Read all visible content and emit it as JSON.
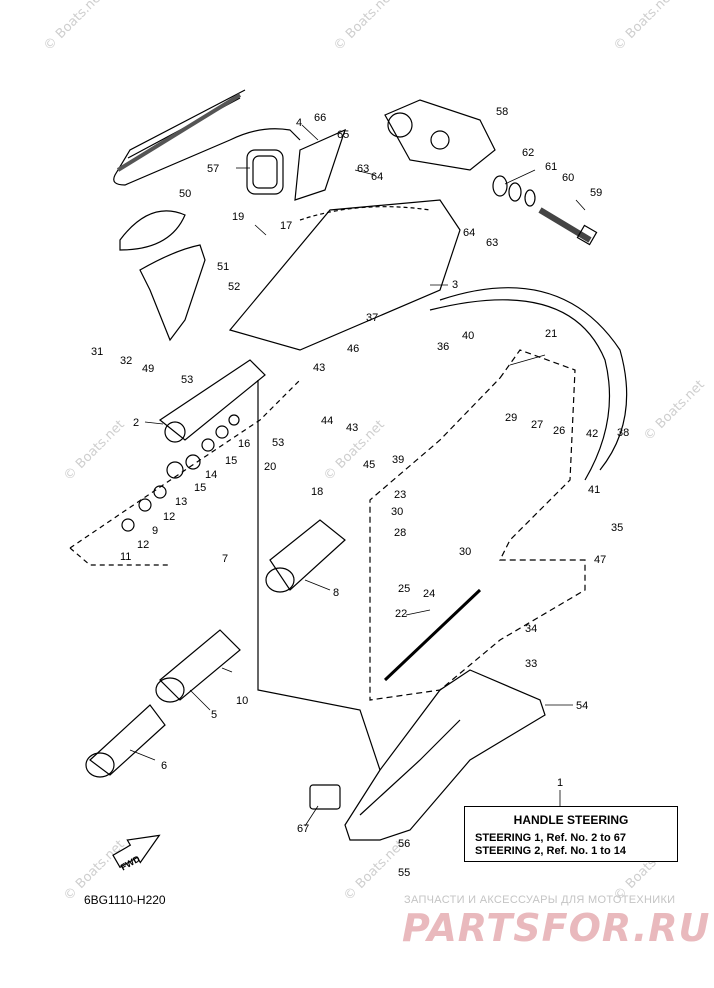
{
  "diagram": {
    "code": "6BG1110-H220",
    "direction_label": "FWD",
    "legend": {
      "title": "HANDLE STEERING",
      "row1": "STEERING 1,  Ref. No. 2 to 67",
      "row2": "STEERING 2,  Ref. No. 1 to 14"
    },
    "watermark": "© Boats.net",
    "site_tagline": "ЗАПЧАСТИ И АКСЕССУАРЫ ДЛЯ МОТОТЕХНИКИ",
    "site_logo": "PARTSFOR.RU",
    "parts": [
      {
        "n": "1"
      },
      {
        "n": "2"
      },
      {
        "n": "3"
      },
      {
        "n": "4"
      },
      {
        "n": "5"
      },
      {
        "n": "6"
      },
      {
        "n": "7"
      },
      {
        "n": "8"
      },
      {
        "n": "9"
      },
      {
        "n": "10"
      },
      {
        "n": "11"
      },
      {
        "n": "12"
      },
      {
        "n": "12"
      },
      {
        "n": "13"
      },
      {
        "n": "14"
      },
      {
        "n": "15"
      },
      {
        "n": "15"
      },
      {
        "n": "16"
      },
      {
        "n": "17"
      },
      {
        "n": "18"
      },
      {
        "n": "19"
      },
      {
        "n": "20"
      },
      {
        "n": "21"
      },
      {
        "n": "22"
      },
      {
        "n": "23"
      },
      {
        "n": "24"
      },
      {
        "n": "25"
      },
      {
        "n": "26"
      },
      {
        "n": "27"
      },
      {
        "n": "28"
      },
      {
        "n": "29"
      },
      {
        "n": "30"
      },
      {
        "n": "30"
      },
      {
        "n": "31"
      },
      {
        "n": "32"
      },
      {
        "n": "33"
      },
      {
        "n": "34"
      },
      {
        "n": "35"
      },
      {
        "n": "36"
      },
      {
        "n": "37"
      },
      {
        "n": "38"
      },
      {
        "n": "39"
      },
      {
        "n": "40"
      },
      {
        "n": "41"
      },
      {
        "n": "42"
      },
      {
        "n": "43"
      },
      {
        "n": "43"
      },
      {
        "n": "44"
      },
      {
        "n": "45"
      },
      {
        "n": "46"
      },
      {
        "n": "47"
      },
      {
        "n": "49"
      },
      {
        "n": "50"
      },
      {
        "n": "51"
      },
      {
        "n": "52"
      },
      {
        "n": "53"
      },
      {
        "n": "53"
      },
      {
        "n": "54"
      },
      {
        "n": "55"
      },
      {
        "n": "56"
      },
      {
        "n": "57"
      },
      {
        "n": "58"
      },
      {
        "n": "59"
      },
      {
        "n": "60"
      },
      {
        "n": "61"
      },
      {
        "n": "62"
      },
      {
        "n": "63"
      },
      {
        "n": "63"
      },
      {
        "n": "64"
      },
      {
        "n": "64"
      },
      {
        "n": "65"
      },
      {
        "n": "66"
      },
      {
        "n": "67"
      }
    ]
  }
}
